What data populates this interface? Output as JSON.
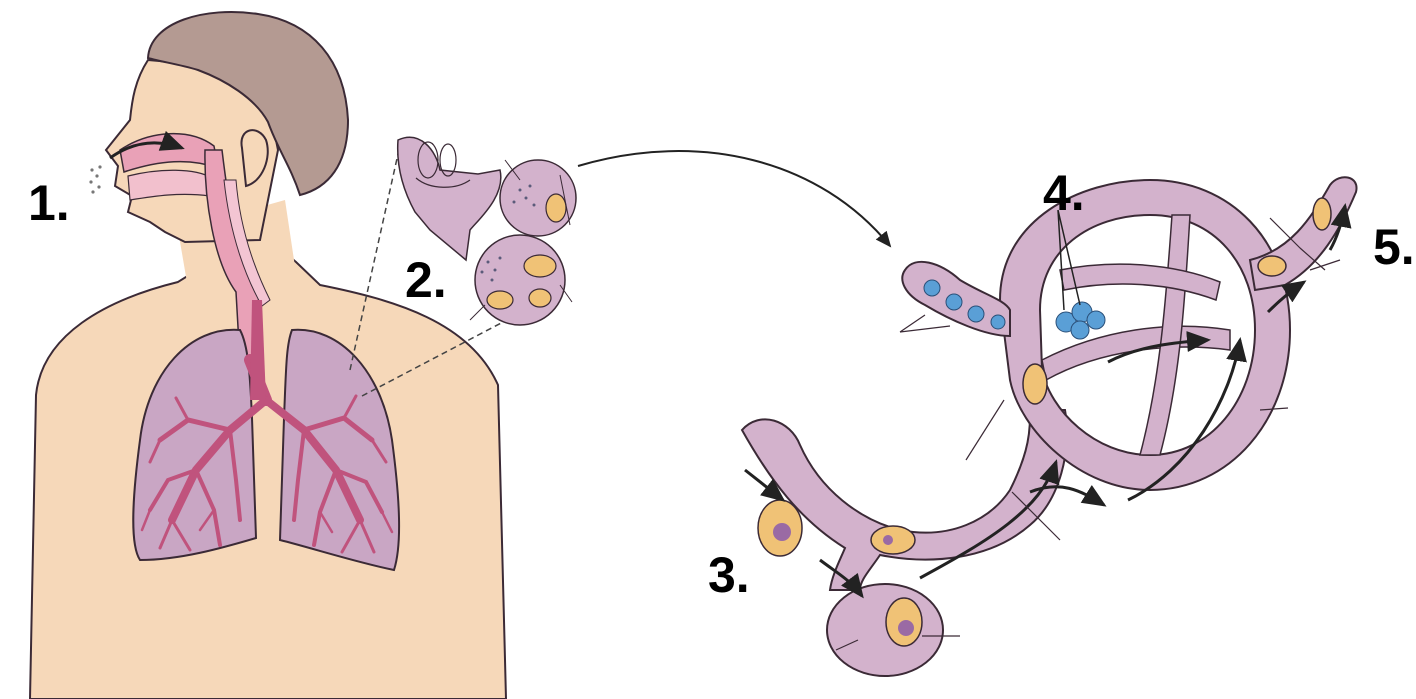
{
  "labels": {
    "one": "1.",
    "two": "2.",
    "three": "3.",
    "four": "4.",
    "five": "5."
  },
  "colors": {
    "skin": "#f6d8b9",
    "hair": "#b49a92",
    "lung": "#c9a6c4",
    "airway": "#c0537d",
    "duct": "#d3b2cc",
    "outline": "#3b2a36",
    "mucosa": "#e9a1b7",
    "macrophage": "#f0c276",
    "nucleus": "#9a6aa4",
    "blue_cell": "#5a9fd6",
    "arrow": "#222222",
    "text": "#000000"
  },
  "icons": [
    "human-torso-illustration",
    "alveoli-cluster",
    "alveolar-sac-network",
    "macrophage-cell",
    "blue-particle-cluster"
  ]
}
